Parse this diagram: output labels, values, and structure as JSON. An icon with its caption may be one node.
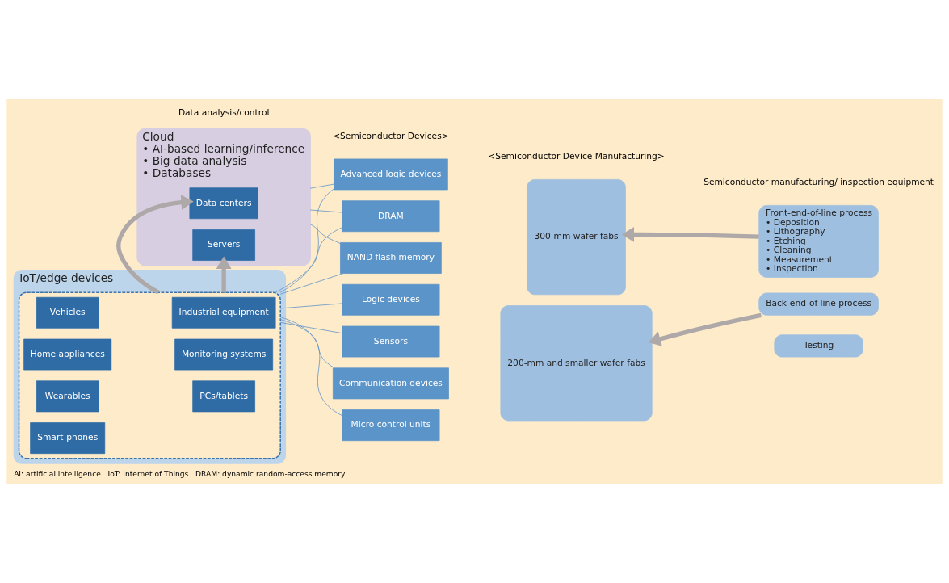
{
  "diagram": {
    "caption": "AI: artificial intelligence   IoT: Internet of Things   DRAM: dynamic random-access memory",
    "nodes": [
      {
        "text": [
          "Cloud",
          "• AI-based learning/inference",
          "• Big data analysis",
          "• Databases"
        ]
      },
      {
        "text": [
          "Servers"
        ],
        "in": 0
      },
      {
        "text": [
          "Data centers"
        ],
        "in": 0
      },
      {
        "text": [
          "IoT/edge devices"
        ]
      },
      {
        "text": [],
        "shape": "box",
        "in": 3
      },
      {
        "text": [
          "Smart-phones"
        ],
        "in": 4
      },
      {
        "text": [
          "Wearables"
        ],
        "in": 4
      },
      {
        "text": [
          "Home appliances"
        ],
        "in": 4
      },
      {
        "text": [
          "Vehicles"
        ],
        "in": 4
      },
      {
        "text": [
          "PCs/tablets"
        ],
        "in": 4
      },
      {
        "text": [
          "Monitoring systems"
        ],
        "in": 4
      },
      {
        "text": [
          "Industrial equipment"
        ],
        "in": 4
      },
      {
        "text": [
          "Advanced logic devices"
        ]
      },
      {
        "text": [
          "DRAM"
        ]
      },
      {
        "text": [
          "NAND flash memory"
        ]
      },
      {
        "text": [
          "Logic devices"
        ]
      },
      {
        "text": [
          "Sensors"
        ]
      },
      {
        "text": [
          "Communication devices"
        ]
      },
      {
        "text": [
          "Micro control units"
        ]
      },
      {
        "text": [
          "300-mm wafer fabs"
        ]
      },
      {
        "text": [
          "200-mm and smaller wafer fabs"
        ]
      },
      {
        "text": [
          "Front-end-of-line process",
          "• Deposition",
          "• Lithography",
          "• Etching",
          "• Cleaning",
          "• Measurement",
          "• Inspection"
        ]
      },
      {
        "text": [
          "Back-end-of-line process"
        ]
      },
      {
        "text": [
          "Testing"
        ]
      }
    ],
    "edges": [
      {
        "from": 0,
        "to": 12,
        "arrow": "none"
      },
      {
        "from": 0,
        "to": 13,
        "arrow": "none"
      },
      {
        "from": 0,
        "to": 14,
        "arrow": "none"
      },
      {
        "from": 4,
        "to": 12,
        "arrow": "none"
      },
      {
        "from": 4,
        "to": 13,
        "arrow": "none"
      },
      {
        "from": 4,
        "to": 14,
        "arrow": "none"
      },
      {
        "from": 4,
        "to": 15,
        "arrow": "none"
      },
      {
        "from": 4,
        "to": 16,
        "arrow": "none"
      },
      {
        "from": 4,
        "to": 17,
        "arrow": "none"
      },
      {
        "from": 4,
        "to": 18,
        "arrow": "none"
      },
      {
        "from": 4,
        "to": 1,
        "arrow": "to",
        "style": "thick",
        "color": "#aea8a8"
      },
      {
        "from": 4,
        "to": 2,
        "arrow": "to",
        "style": "thick",
        "color": "#aea8a8"
      },
      {
        "from": 21,
        "to": 19,
        "arrow": "to",
        "style": "thick",
        "color": "#aea8a8"
      },
      {
        "from": 22,
        "to": 20,
        "arrow": "to",
        "style": "thick",
        "color": "#aea8a8"
      }
    ],
    "labels": [
      "<Semiconductor Devices>",
      "<Semiconductor Device Manufacturing>",
      "Data analysis/control",
      "Semiconductor manufacturing/ inspection equipment"
    ]
  }
}
